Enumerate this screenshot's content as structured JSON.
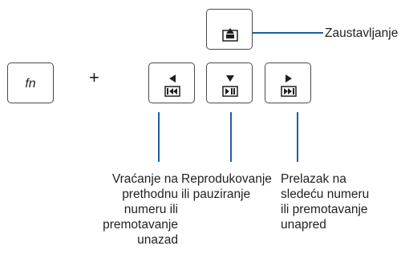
{
  "colors": {
    "leader": "#1f5da6",
    "key_border": "#4a4a4a",
    "text": "#231f20"
  },
  "keys": {
    "fn": {
      "label": "fn"
    },
    "plus": "+",
    "stop": {
      "icon": "eject-stop-icon"
    },
    "previous": {
      "icon": "previous-track-icon"
    },
    "play_pause": {
      "icon": "play-pause-icon"
    },
    "next": {
      "icon": "next-track-icon"
    }
  },
  "labels": {
    "stop": "Zaustavljanje",
    "previous": [
      "Vraćanje na",
      "prethodnu",
      "numeru ili",
      "premotavanje",
      "unazad"
    ],
    "play_pause": [
      "Reprodukovanje",
      "ili pauziranje"
    ],
    "next": [
      "Prelazak na",
      "sledeću numeru",
      "ili premotavanje",
      "unapred"
    ]
  }
}
